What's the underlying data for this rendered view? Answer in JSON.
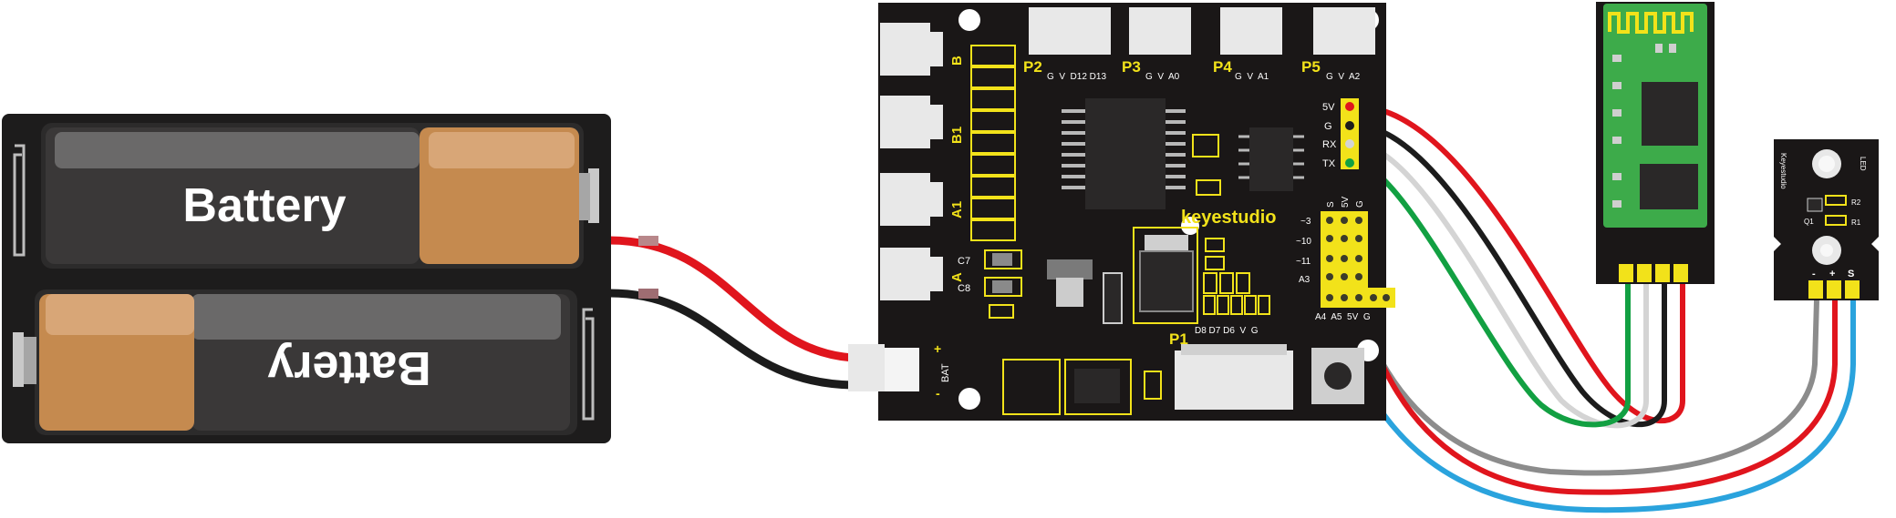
{
  "battery_pack": {
    "label_top": "Battery",
    "label_bottom": "Battery"
  },
  "controller_board": {
    "brand": "keyestudio",
    "ports": {
      "p1": "P1",
      "p2": "P2",
      "p3": "P3",
      "p4": "P4",
      "p5": "P5",
      "p2_pins": "G  V  D12 D13",
      "p3_pins": "G  V  A0",
      "p4_pins": "G  V  A1",
      "p5_pins": "G  V  A2",
      "p1_pins": "D8 D7 D6  V  G"
    },
    "motor_labels": {
      "b": "B",
      "b1": "B1",
      "a1": "A1",
      "a": "A"
    },
    "caps": {
      "c7": "C7",
      "c8": "C8"
    },
    "bat": {
      "label": "BAT",
      "plus": "+",
      "minus": "-"
    },
    "bt_header": {
      "v5": "5V",
      "g": "G",
      "rx": "RX",
      "tx": "TX"
    },
    "servo_header": {
      "top_s": "S",
      "top_5v": "5V",
      "top_g": "G",
      "r3": "~3",
      "r10": "~10",
      "r11": "~11",
      "ra3": "A3",
      "bottom": "A4  A5  5V  G"
    }
  },
  "led_module": {
    "brand": "Keyestudio",
    "led": "LED",
    "r2": "R2",
    "r1": "R1",
    "q1": "Q1",
    "pin_minus": "-",
    "pin_plus": "+",
    "pin_s": "S"
  },
  "colors": {
    "board": "#1a1717",
    "silk": "#f2e21a",
    "wire_red": "#e0151d",
    "wire_black": "#1c1c1c",
    "wire_white": "#d4d4d4",
    "wire_green": "#12a042",
    "wire_gray": "#8c8c8c",
    "wire_blue": "#2aa3dd",
    "copper": "#c58a4f",
    "bt_pcb": "#3dab4a"
  }
}
